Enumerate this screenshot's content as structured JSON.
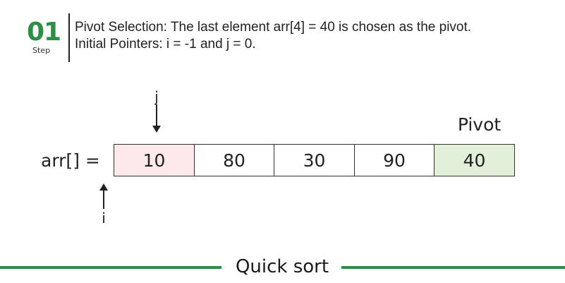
{
  "header": {
    "step_number": "01",
    "step_word": "Step",
    "line1": "Pivot Selection: The last element arr[4] = 40 is chosen as the pivot.",
    "line2": "Initial Pointers: i = -1 and j = 0."
  },
  "array": {
    "label": "arr[] =",
    "cells": [
      {
        "value": "10",
        "fill": "#fde8ec"
      },
      {
        "value": "80",
        "fill": "#ffffff"
      },
      {
        "value": "30",
        "fill": "#ffffff"
      },
      {
        "value": "90",
        "fill": "#ffffff"
      },
      {
        "value": "40",
        "fill": "#e2efd9"
      }
    ],
    "pivot_label": "Pivot"
  },
  "pointers": {
    "j_label": "j",
    "i_label": "i"
  },
  "footer": {
    "title": "Quick sort"
  },
  "colors": {
    "accent": "#2f8d46",
    "highlight_cell": "#fde8ec",
    "pivot_cell": "#e2efd9"
  }
}
